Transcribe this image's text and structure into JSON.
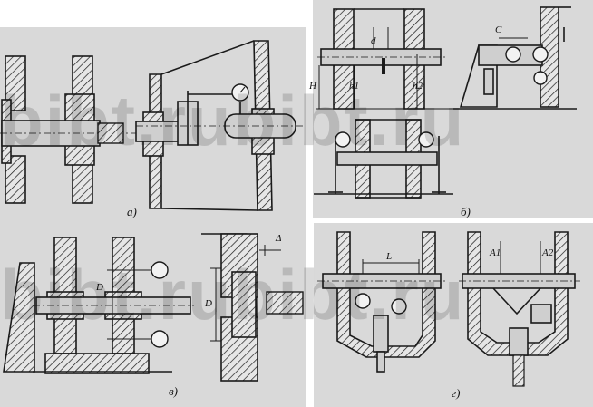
{
  "figure": {
    "watermark": "bibt.rubibt.ru",
    "panels": [
      {
        "id": "a",
        "caption": "а)",
        "labels": []
      },
      {
        "id": "b",
        "caption": "б)",
        "labels": [
          "d",
          "C",
          "H",
          "h1",
          "h2"
        ]
      },
      {
        "id": "v",
        "caption": "в)",
        "labels": [
          "D",
          "D",
          "Δ"
        ]
      },
      {
        "id": "g",
        "caption": "г)",
        "labels": [
          "L",
          "A1",
          "A2"
        ]
      }
    ]
  }
}
